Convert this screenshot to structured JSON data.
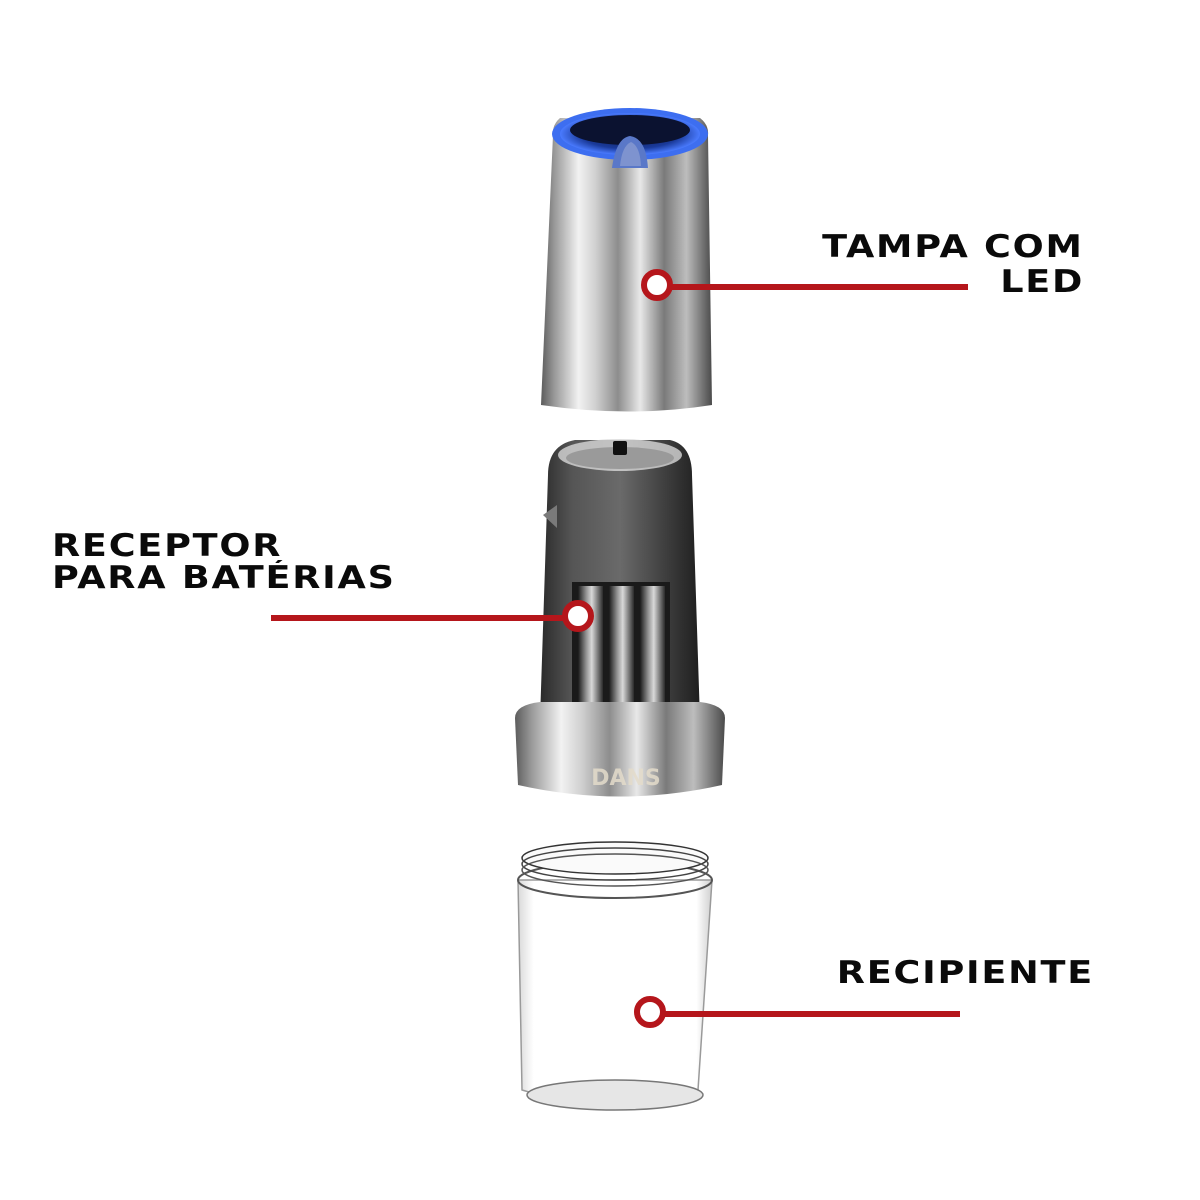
{
  "product": {
    "brand_mark": "DANS",
    "parts": [
      {
        "id": "lid",
        "description": "stainless steel lid with blue LED ring"
      },
      {
        "id": "battery-housing",
        "description": "dark grey motor body with AAA battery compartment and steel base ring"
      },
      {
        "id": "container",
        "description": "clear transparent jar with screw thread"
      }
    ]
  },
  "callouts": {
    "lid": {
      "line1": "TAMPA COM",
      "line2": "LED"
    },
    "battery": {
      "line1": "RECEPTOR",
      "line2": "PARA BATÉRIAS"
    },
    "container": {
      "line1": "RECIPIENTE"
    }
  },
  "colors": {
    "accent_red": "#b5161b",
    "led_blue": "#2f5fe0",
    "text": "#0a0a0a",
    "background": "#ffffff"
  }
}
